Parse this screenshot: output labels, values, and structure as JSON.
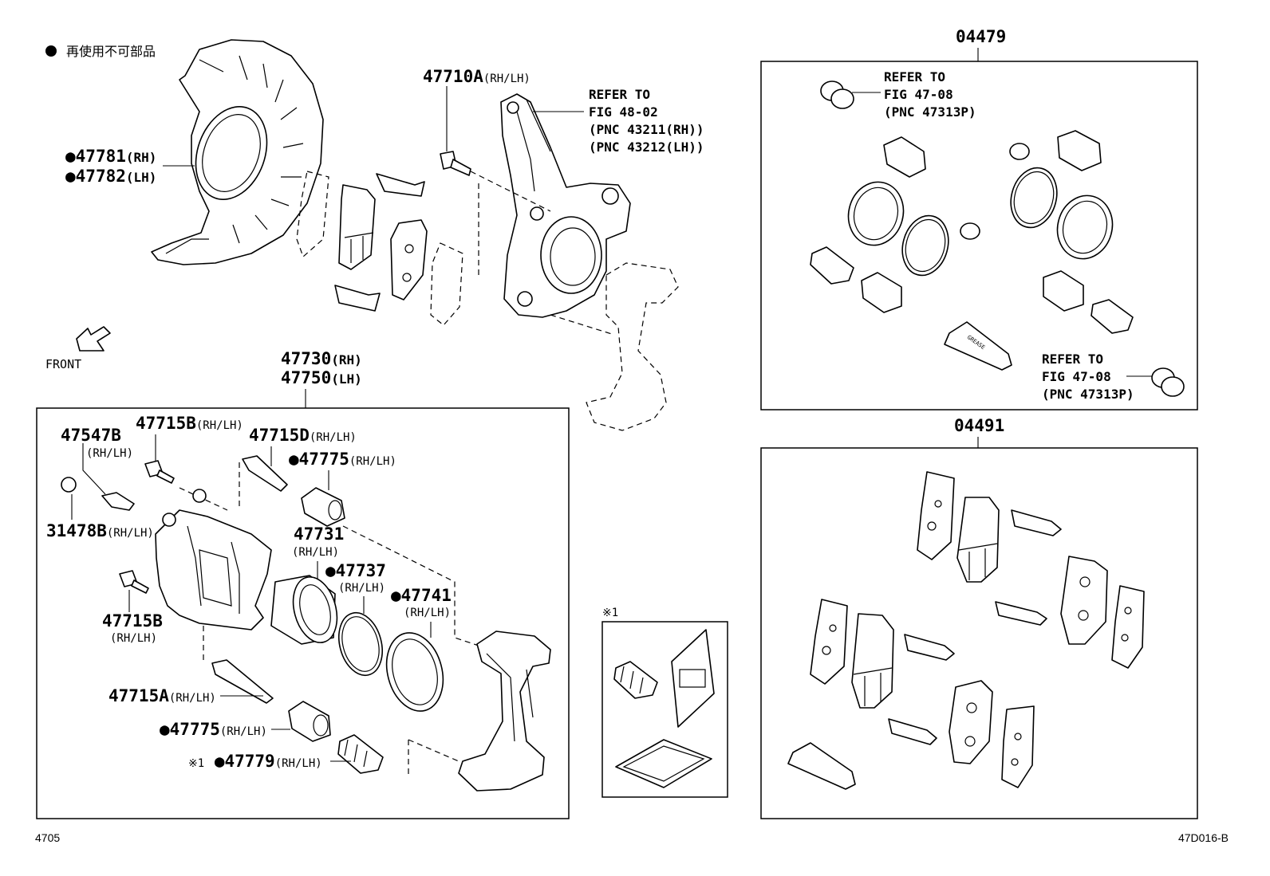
{
  "legend": {
    "dot": "●",
    "text": "再使用不可部品"
  },
  "front_label": "FRONT",
  "shield": {
    "part1": "47781",
    "side1": "(RH)",
    "part2": "47782",
    "side2": "(LH)"
  },
  "bolt_47710A": {
    "part": "47710A",
    "side": "(RH/LH)"
  },
  "knuckle_ref": {
    "l1": "REFER TO",
    "l2": "FIG 48-02",
    "l3": "(PNC 43211(RH))",
    "l4": "(PNC 43212(LH))"
  },
  "caliper_assy": {
    "part1": "47730",
    "side1": "(RH)",
    "part2": "47750",
    "side2": "(LH)"
  },
  "p47547B": {
    "part": "47547B",
    "side": "(RH/LH)"
  },
  "p47715B_top": {
    "part": "47715B",
    "side": "(RH/LH)"
  },
  "p47715D": {
    "part": "47715D",
    "side": "(RH/LH)"
  },
  "p47775_top": {
    "part": "47775",
    "side": "(RH/LH)"
  },
  "p31478B": {
    "part": "31478B",
    "side": "(RH/LH)"
  },
  "p47731": {
    "part": "47731",
    "side": "(RH/LH)"
  },
  "p47737": {
    "part": "47737",
    "side": "(RH/LH)"
  },
  "p47741": {
    "part": "47741",
    "side": "(RH/LH)"
  },
  "p47715B_mid": {
    "part": "47715B",
    "side": "(RH/LH)"
  },
  "p47715A": {
    "part": "47715A",
    "side": "(RH/LH)"
  },
  "p47775_bot": {
    "part": "47775",
    "side": "(RH/LH)"
  },
  "p47779": {
    "mark": "※1",
    "part": "47779",
    "side": "(RH/LH)"
  },
  "note1_label": "※1",
  "kit_04479": {
    "part": "04479"
  },
  "ref_47313_top": {
    "l1": "REFER TO",
    "l2": "FIG 47-08",
    "l3": "(PNC 47313P)"
  },
  "ref_47313_bot": {
    "l1": "REFER TO",
    "l2": "FIG 47-08",
    "l3": "(PNC 47313P)"
  },
  "kit_04491": {
    "part": "04491"
  },
  "grease_text": "GREASE",
  "footer": {
    "left": "4705",
    "right": "47D016-B"
  }
}
